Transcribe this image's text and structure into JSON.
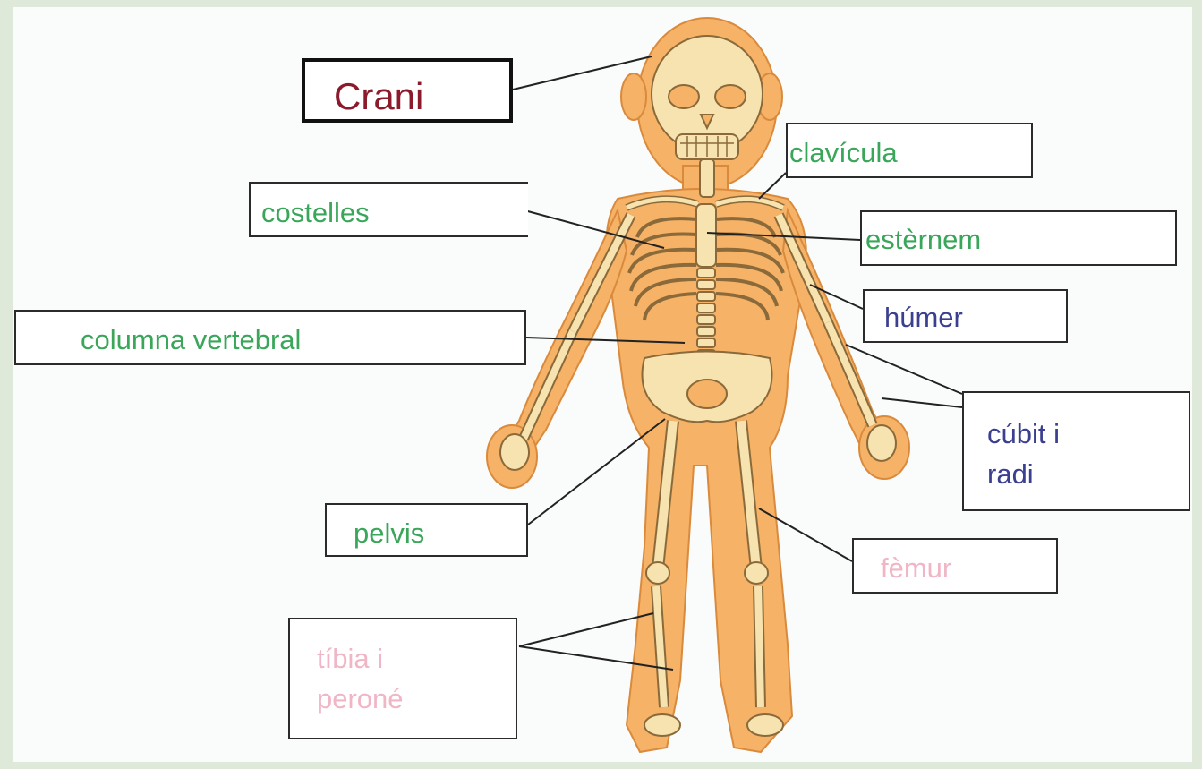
{
  "diagram": {
    "labels": [
      {
        "id": "crani",
        "text": "Crani",
        "color": "#8b1a2b"
      },
      {
        "id": "clavicula",
        "text": "clavícula",
        "color": "#3aa65a"
      },
      {
        "id": "costelles",
        "text": "costelles",
        "color": "#3aa65a"
      },
      {
        "id": "esternem",
        "text": "estèrnem",
        "color": "#3aa65a"
      },
      {
        "id": "humer",
        "text": "húmer",
        "color": "#3b3f8f"
      },
      {
        "id": "columna",
        "text": "columna vertebral",
        "color": "#3aa65a"
      },
      {
        "id": "cubit",
        "text": "cúbit i\nradi",
        "color": "#3b3f8f"
      },
      {
        "id": "pelvis",
        "text": "pelvis",
        "color": "#3aa65a"
      },
      {
        "id": "femur",
        "text": "fèmur",
        "color": "#f0b6c6"
      },
      {
        "id": "tibia",
        "text": "tíbia i\nperoné",
        "color": "#f0b6c6"
      }
    ],
    "colors": {
      "skin": "#f6b266",
      "bone": "#f6e3b0",
      "bone_outline": "#8a6a3a",
      "leader_line": "#222222",
      "background": "#fafbfb",
      "frame": "#dfe9d9"
    }
  }
}
